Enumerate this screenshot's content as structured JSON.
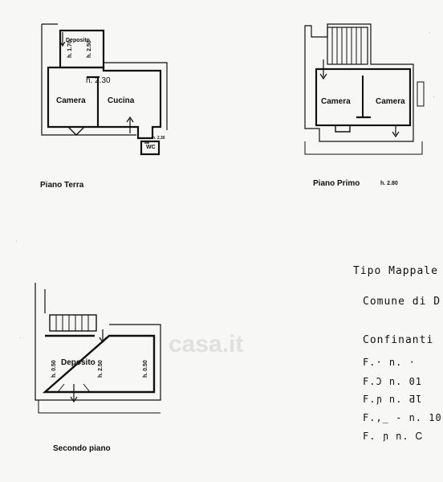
{
  "ground_floor": {
    "title": "Piano Terra",
    "deposito": "Deposito",
    "h_170": "h. 1.70",
    "h_250": "h. 2.50",
    "h_230": "h. 2.30",
    "camera": "Camera",
    "cucina": "Cucina",
    "h_wc": "h. 2.30",
    "wc": "WC"
  },
  "first_floor": {
    "title": "Piano Primo",
    "height": "h. 2.80",
    "camera_left": "Camera",
    "camera_right": "Camera"
  },
  "second_floor": {
    "title": "Secondo piano",
    "deposito": "Deposito",
    "h_left": "h. 0.50",
    "h_center": "h. 2.50",
    "h_right": "h. 0.50"
  },
  "legend": {
    "tipo": "Tipo Mappale",
    "comune": "Comune di D",
    "confinanti": "Confinanti",
    "rows": [
      "F.·  n.  ·",
      "F.Ɔ  n.  01",
      "F.ɲ  n. ƋƖ",
      "F.,_ - n. 10,,",
      "F. ɲ n.  Ꮯ"
    ]
  },
  "watermark": "casa.it"
}
